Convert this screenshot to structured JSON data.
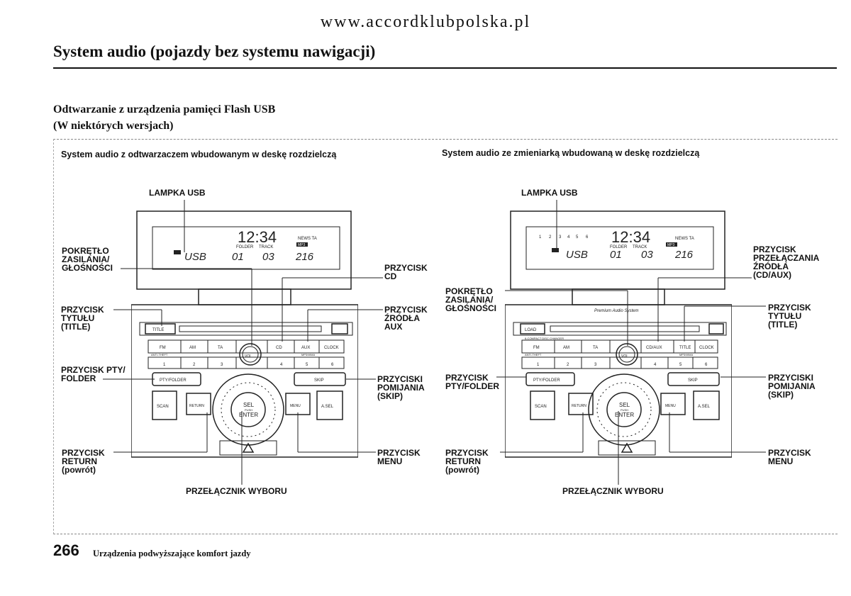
{
  "site_url": "www.accordklubpolska.pl",
  "header_title": "System audio (pojazdy bez systemu nawigacji)",
  "section_heading": {
    "line1": "Odtwarzanie z urządzenia pamięci Flash USB",
    "line2": "(W niektórych wersjach)"
  },
  "left_panel": {
    "caption": "System audio z odtwarzaczem wbudowanym w deskę rozdzielczą",
    "display": {
      "time": "12:34",
      "folder_label": "FOLDER",
      "track_label": "TRACK",
      "usb": "USB",
      "folder": "01",
      "track": "03",
      "count": "216",
      "news_ta": "NEWS TA",
      "mp3": "MP3"
    },
    "buttons": {
      "title": "TITLE",
      "fm": "FM",
      "am": "AM",
      "ta": "TA",
      "cd": "CD",
      "aux": "AUX",
      "clock": "CLOCK",
      "anti_theft": "ANTI-THEFT",
      "wma": "MP3/WMA",
      "presets": [
        "1",
        "2",
        "3",
        "4",
        "5",
        "6"
      ],
      "pty_folder": "PTY/FOLDER",
      "skip": "SKIP",
      "scan": "SCAN",
      "return": "RETURN",
      "menu": "MENU",
      "asel": "A.SEL",
      "sel_line1": "SEL",
      "sel_line2": "PUSH",
      "sel_line3": "ENTER",
      "vol": "VOL"
    },
    "labels": {
      "usb_lamp": "LAMPKA USB",
      "power_volume": "POKRĘTŁO\nZASILANIA/\nGŁOŚNOŚCI",
      "cd_button": "PRZYCISK\nCD",
      "title_button": "PRZYCISK\nTYTUŁU\n(TITLE)",
      "aux_button": "PRZYCISK\nŹRÓDŁA\nAUX",
      "pty_button": "PRZYCISK PTY/\nFOLDER",
      "skip_button": "PRZYCISKI\nPOMIJANIA\n(SKIP)",
      "return_button": "PRZYCISK\nRETURN\n(powrót)",
      "menu_button": "PRZYCISK\nMENU",
      "selector": "PRZEŁĄCZNIK WYBORU"
    }
  },
  "right_panel": {
    "caption": "System audio ze zmieniarką wbudowaną w deskę rozdzielczą",
    "display": {
      "time": "12:34",
      "folder_label": "FOLDER",
      "track_label": "TRACK",
      "usb": "USB",
      "folder": "01",
      "track": "03",
      "count": "216",
      "news_ta": "NEWS TA",
      "mp3": "MP3",
      "discs": [
        "1",
        "2",
        "3",
        "4",
        "5",
        "6"
      ]
    },
    "buttons": {
      "load": "LOAD",
      "changer": "6-COMPACT DISC CHANGER",
      "brand": "Premium Audio System",
      "title": "TITLE",
      "fm": "FM",
      "am": "AM",
      "ta": "TA",
      "cdaux": "CD/AUX",
      "clock": "CLOCK",
      "anti_theft": "ANTI-THEFT",
      "wma": "MP3/WMA",
      "presets": [
        "1",
        "2",
        "3",
        "4",
        "5",
        "6"
      ],
      "pty_folder": "PTY/FOLDER",
      "skip": "SKIP",
      "scan": "SCAN",
      "return": "RETURN",
      "menu": "MENU",
      "asel": "A.SEL",
      "sel_line1": "SEL",
      "sel_line2": "PUSH",
      "sel_line3": "ENTER",
      "vol": "VOL"
    },
    "labels": {
      "usb_lamp": "LAMPKA USB",
      "source_button": "PRZYCISK\nPRZEŁĄCZANIA\nŹRÓDŁA\n(CD/AUX)",
      "power_volume": "POKRĘTŁO\nZASILANIA/\nGŁOŚNOŚCI",
      "title_button": "PRZYCISK\nTYTUŁU\n(TITLE)",
      "pty_button": "PRZYCISK\nPTY/FOLDER",
      "skip_button": "PRZYCISKI\nPOMIJANIA\n(SKIP)",
      "return_button": "PRZYCISK\nRETURN\n(powrót)",
      "menu_button": "PRZYCISK\nMENU",
      "selector": "PRZEŁĄCZNIK WYBORU"
    }
  },
  "footer": {
    "page_number": "266",
    "text": "Urządzenia podwyższające komfort jazdy"
  }
}
